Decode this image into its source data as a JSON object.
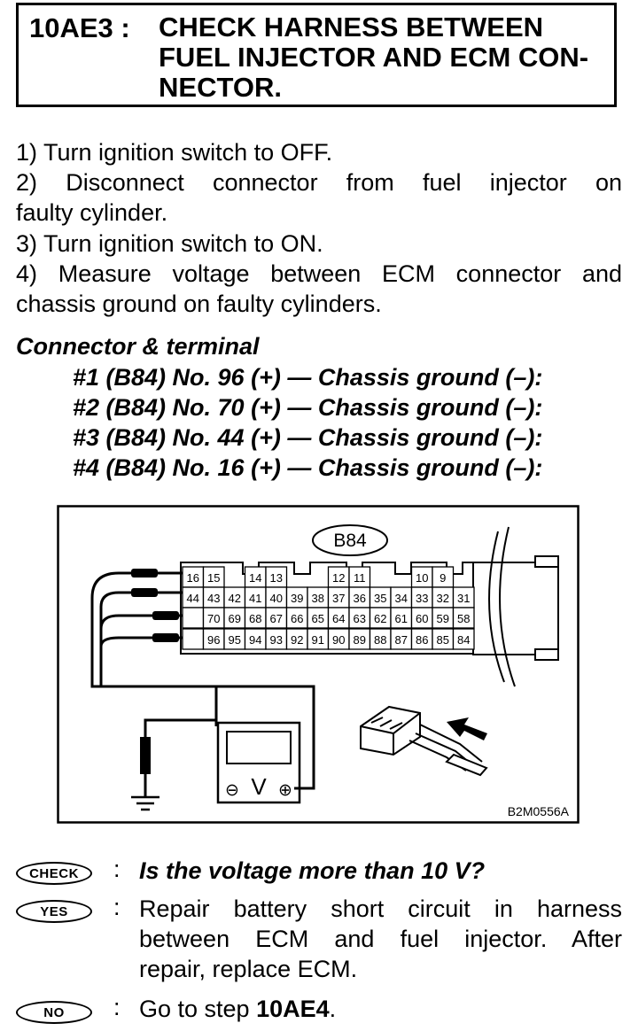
{
  "header": {
    "code": "10AE3 :",
    "title_lines": [
      "CHECK HARNESS BETWEEN",
      "FUEL INJECTOR AND ECM CON-",
      "NECTOR."
    ]
  },
  "steps": {
    "s1": "1) Turn ignition switch to OFF.",
    "s2a": "2) Disconnect connector from fuel injector on",
    "s2b": "faulty cylinder.",
    "s3": "3) Turn ignition switch to ON.",
    "s4a": "4) Measure voltage between ECM connector and",
    "s4b": "chassis ground on faulty cylinders."
  },
  "connector": {
    "heading": "Connector & terminal",
    "lines": [
      "#1 (B84) No. 96 (+) — Chassis ground (–):",
      "#2 (B84) No. 70 (+) — Chassis ground (–):",
      "#3 (B84) No. 44 (+) — Chassis ground (–):",
      "#4 (B84) No. 16 (+) — Chassis ground (–):"
    ]
  },
  "diagram": {
    "connector_label": "B84",
    "figure_code": "B2M0556A",
    "row1": [
      "16",
      "15",
      "",
      "14",
      "13",
      "",
      "",
      "12",
      "11",
      "",
      "",
      "10",
      "9",
      ""
    ],
    "row2": [
      "44",
      "43",
      "42",
      "41",
      "40",
      "39",
      "38",
      "37",
      "36",
      "35",
      "34",
      "33",
      "32",
      "31"
    ],
    "row3": [
      "",
      "70",
      "69",
      "68",
      "67",
      "66",
      "65",
      "64",
      "63",
      "62",
      "61",
      "60",
      "59",
      "58"
    ],
    "row4": [
      "",
      "96",
      "95",
      "94",
      "93",
      "92",
      "91",
      "90",
      "89",
      "88",
      "87",
      "86",
      "85",
      "84"
    ],
    "meter_symbol": "V",
    "meter_neg": "⊖",
    "meter_pos": "⊕"
  },
  "results": {
    "check_badge": "CHECK",
    "yes_badge": "YES",
    "no_badge": "NO",
    "colon": ":",
    "check_question": "Is the voltage more than 10 V?",
    "yes_line1": "Repair battery short circuit in harness",
    "yes_line2": "between ECM and fuel injector. After",
    "yes_line3": "repair, replace ECM.",
    "no_text": "Go to step ",
    "no_step": "10AE4",
    "no_end": "."
  }
}
